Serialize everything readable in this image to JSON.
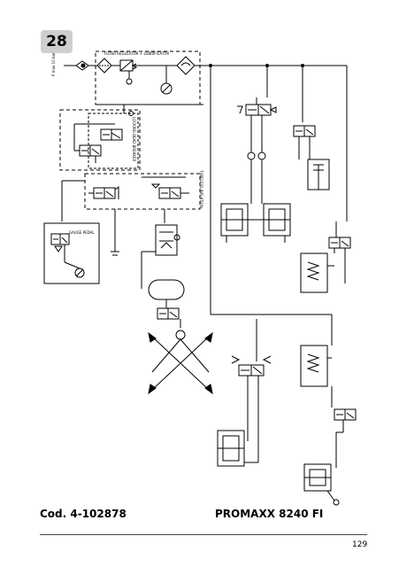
{
  "page_badge": "28",
  "footer": {
    "code": "Cod. 4-102878",
    "model": "PROMAXX 8240 FI",
    "page_number": "129"
  },
  "diagram": {
    "filter_box_label": "FILTER REGULATOR + LUBRIFICATOR",
    "lift_box_label": "LOCKING BEAD BREAKER",
    "side_label": "TUBELESS INFLATION",
    "gauge_box_label": "GAUGE PEDAL"
  },
  "colors": {
    "badge_bg": "#cfcfcf",
    "line": "#000000"
  }
}
